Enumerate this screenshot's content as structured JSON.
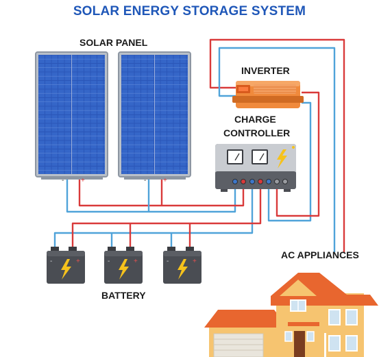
{
  "title": "SOLAR ENERGY STORAGE SYSTEM",
  "labels": {
    "solar_panel": "SOLAR PANEL",
    "inverter": "INVERTER",
    "charge_controller_line1": "CHARGE",
    "charge_controller_line2": "CONTROLLER",
    "battery": "BATTERY",
    "ac_appliances": "AC APPLIANCES"
  },
  "terminals": {
    "negative": "-",
    "positive": "+"
  },
  "colors": {
    "title": "#1f57b8",
    "positive_wire": "#d93a3a",
    "negative_wire": "#4fa3d9",
    "panel_cell": "#2a56b8",
    "panel_frame": "#9ea7b3",
    "inverter": "#f08a3c",
    "controller": "#6f7279",
    "battery": "#4a4d53",
    "bolt": "#f6c21c",
    "house_wall": "#f6c470",
    "house_roof": "#e8662f"
  },
  "icons": [
    "lightning-bolt-icon",
    "gauge-icon",
    "house-icon"
  ]
}
